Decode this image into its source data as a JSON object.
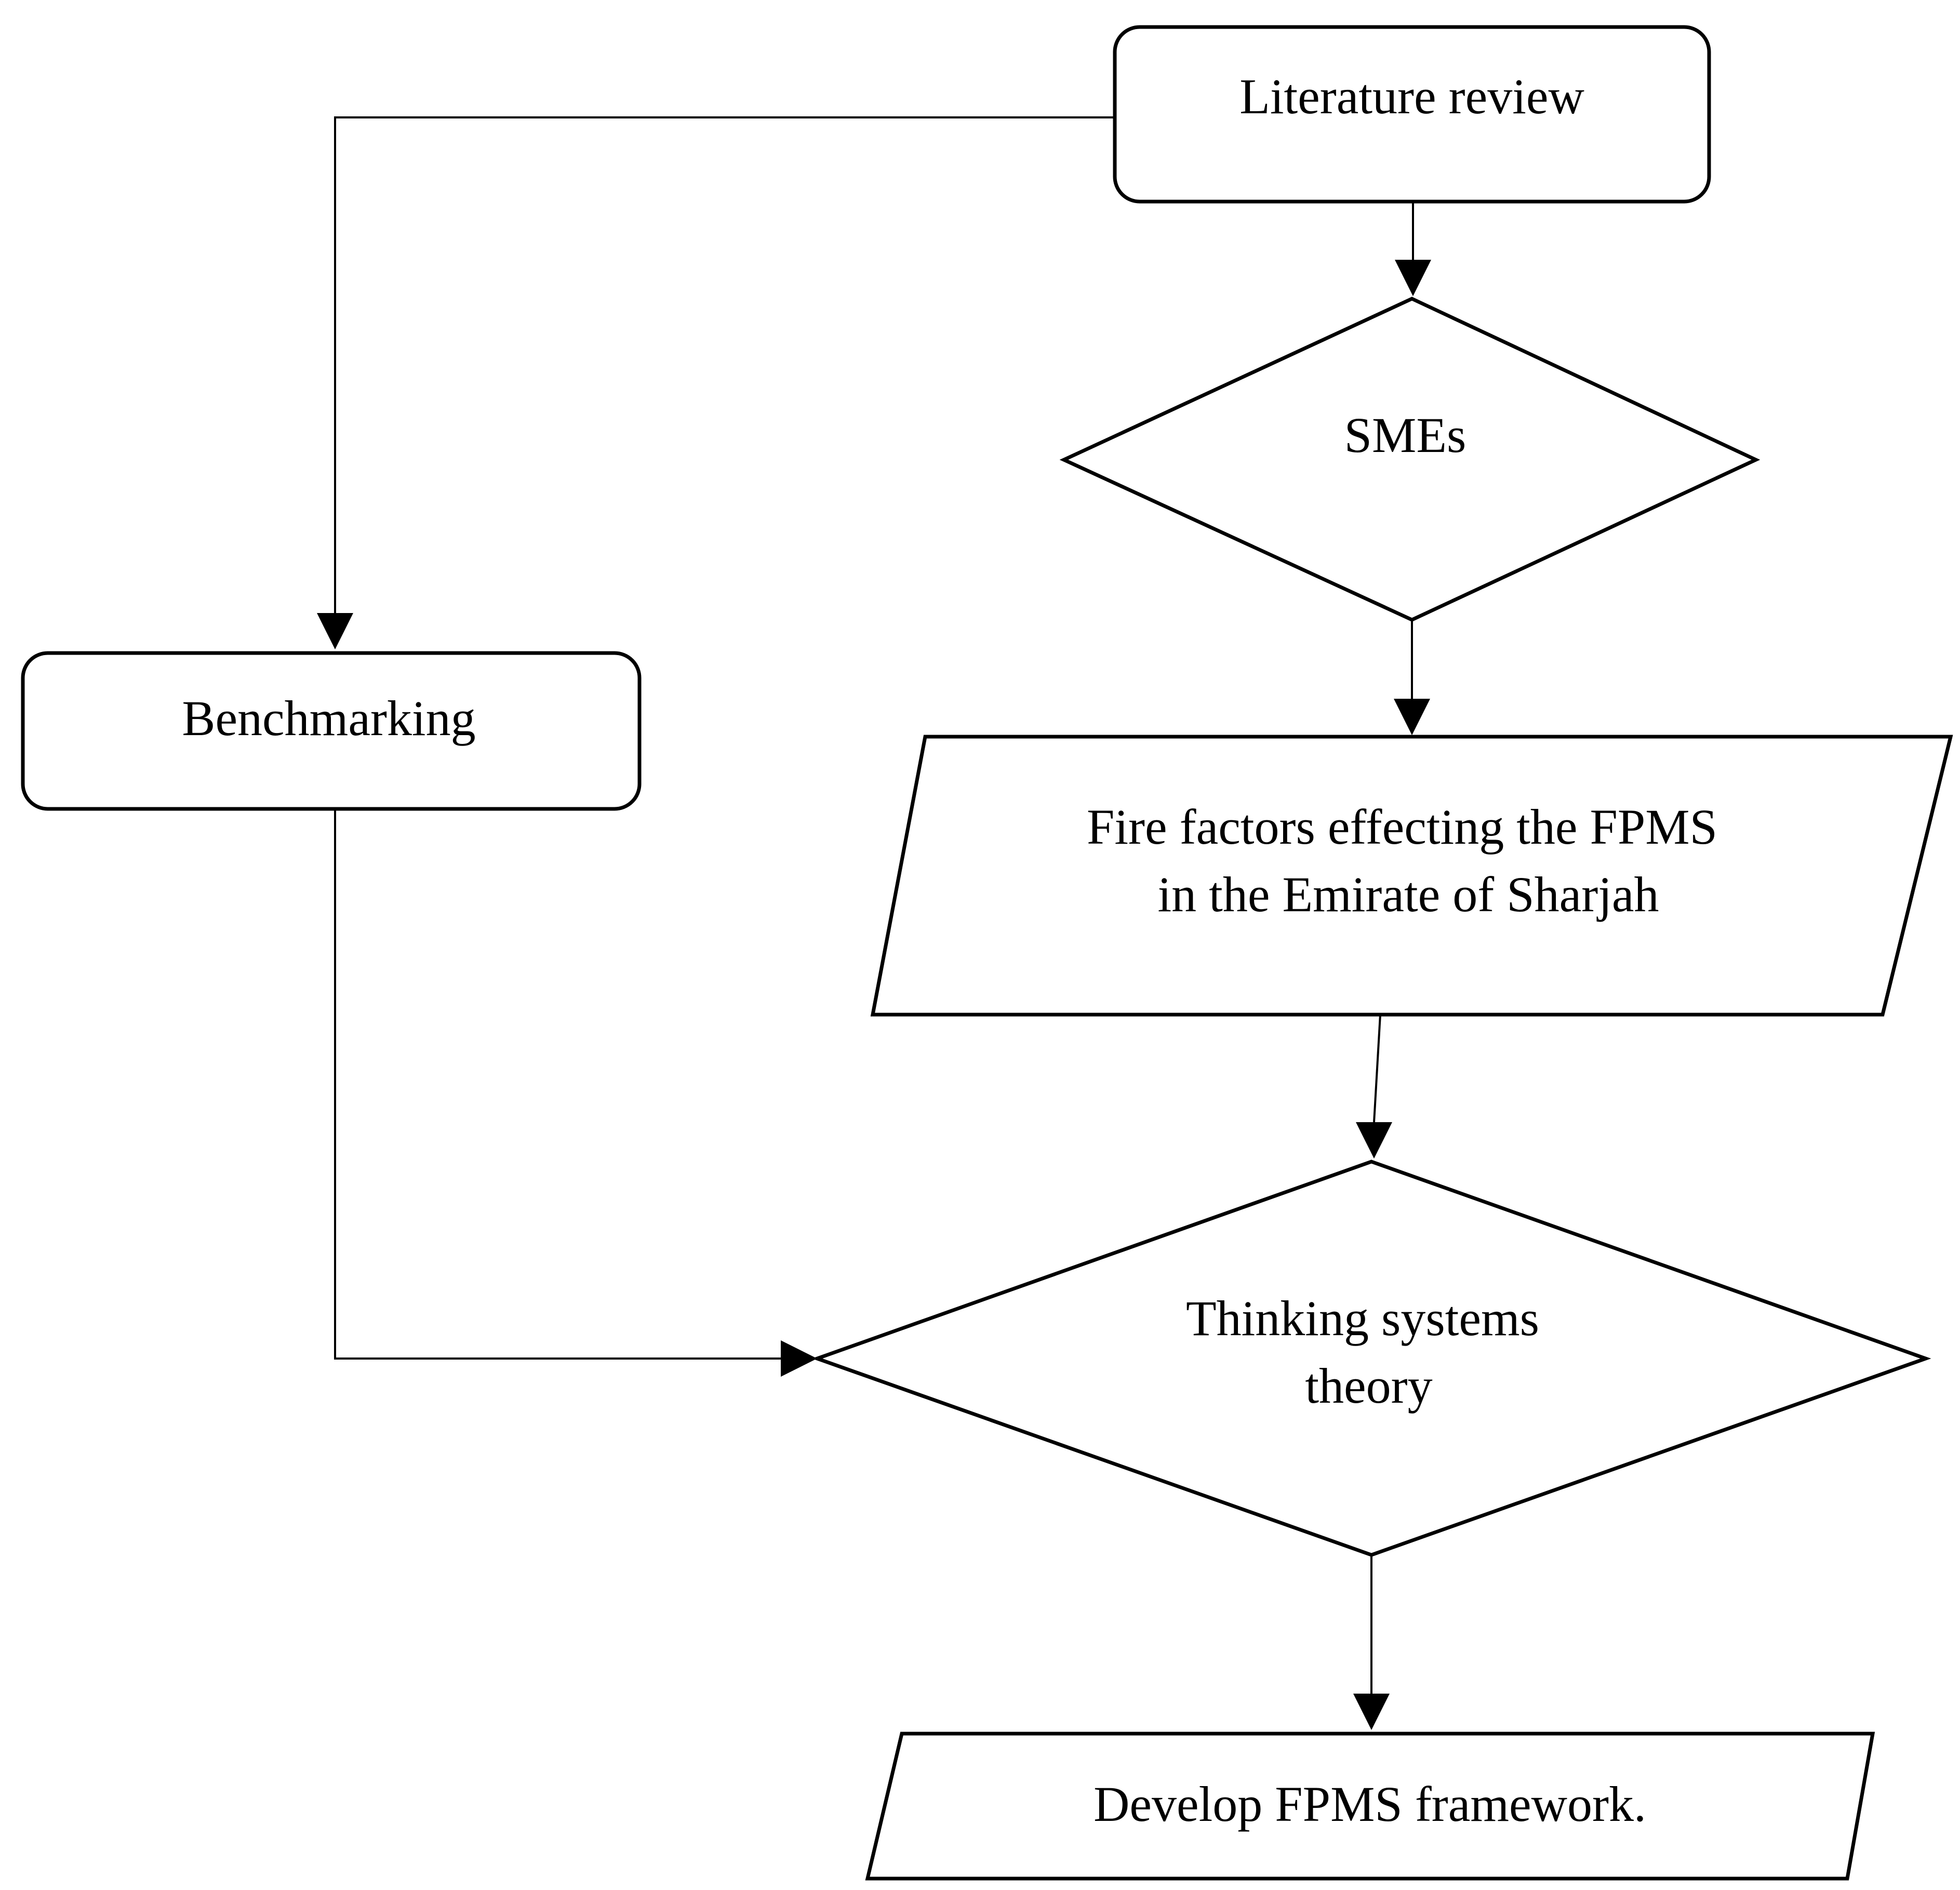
{
  "nodes": {
    "literature_review": {
      "shape": "rounded-rectangle",
      "lines": [
        "Literature review"
      ]
    },
    "smes": {
      "shape": "diamond",
      "lines": [
        "SMEs"
      ]
    },
    "benchmarking": {
      "shape": "rounded-rectangle",
      "lines": [
        "Benchmarking"
      ]
    },
    "fire_factors": {
      "shape": "parallelogram",
      "lines": [
        "Fire factors effecting the FPMS",
        "in the Emirate of Sharjah"
      ]
    },
    "thinking_systems": {
      "shape": "diamond",
      "lines": [
        "Thinking systems",
        "theory"
      ]
    },
    "develop_framework": {
      "shape": "parallelogram",
      "lines": [
        "Develop FPMS  framework."
      ]
    }
  },
  "edges": [
    {
      "from": "literature_review",
      "to": "smes"
    },
    {
      "from": "literature_review",
      "to": "benchmarking"
    },
    {
      "from": "smes",
      "to": "fire_factors"
    },
    {
      "from": "fire_factors",
      "to": "thinking_systems"
    },
    {
      "from": "benchmarking",
      "to": "thinking_systems"
    },
    {
      "from": "thinking_systems",
      "to": "develop_framework"
    }
  ],
  "colors": {
    "stroke": "#000000",
    "fill": "#ffffff",
    "text": "#000000"
  }
}
